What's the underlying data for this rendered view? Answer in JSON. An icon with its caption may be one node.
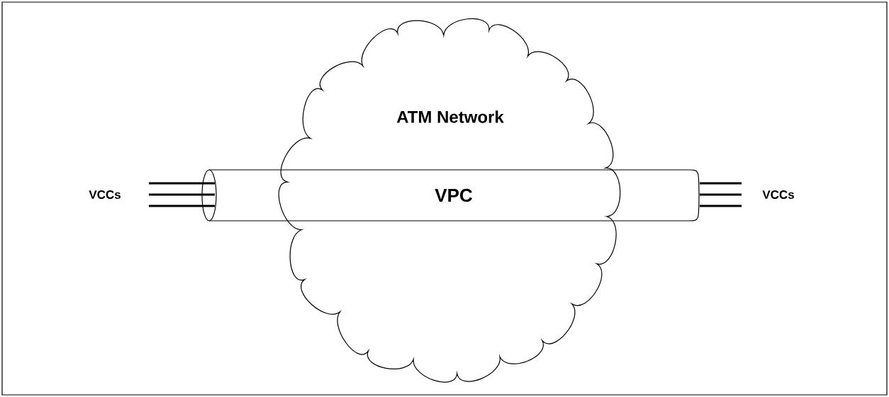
{
  "diagram": {
    "nodes": [
      {
        "text": [
          "ATM Network"
        ]
      },
      {
        "text": [
          "VPC"
        ]
      }
    ],
    "edges": [],
    "labels": [
      "VCCs",
      "VCCs"
    ]
  }
}
